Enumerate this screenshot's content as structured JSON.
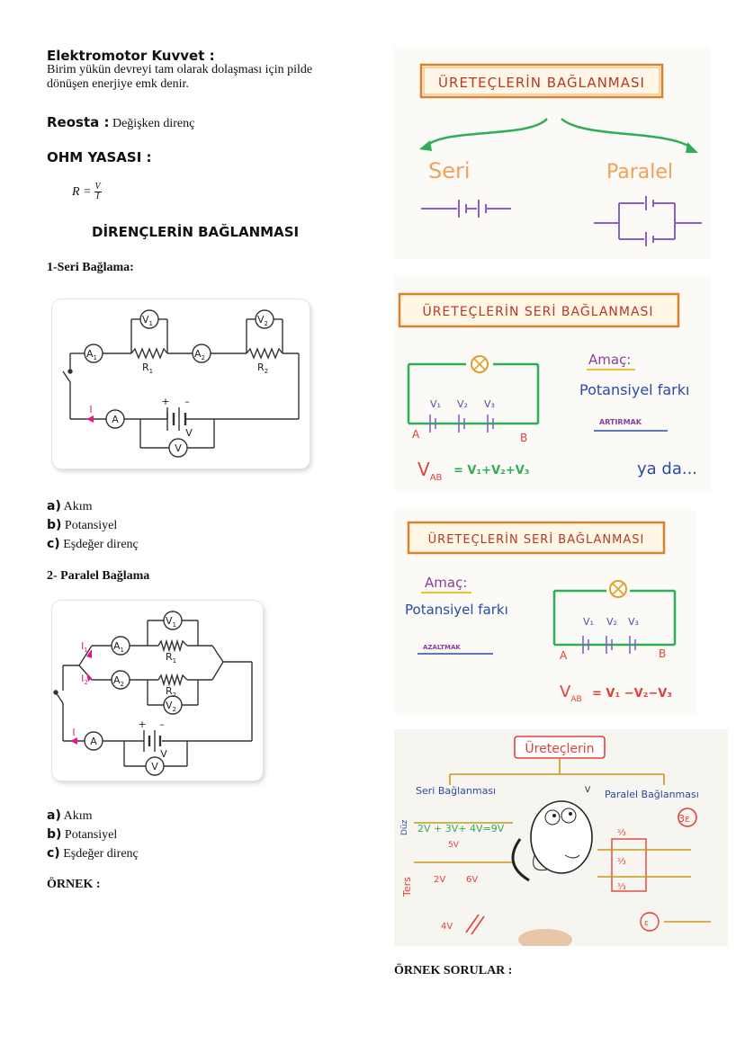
{
  "emk": {
    "title": "Elektromotor Kuvvet :",
    "text": "Birim yükün devreyi tam olarak dolaşması için pilde dönüşen enerjiye emk denir."
  },
  "reosta": {
    "label": "Reosta :",
    "text": "Değişken direnç"
  },
  "ohm": {
    "title": "OHM YASASI :",
    "formula_lhs": "R =",
    "formula_num": "V",
    "formula_den": "I"
  },
  "direnc": {
    "title": "DİRENÇLERİN BAĞLANMASI"
  },
  "seri": {
    "title": "1-Seri Bağlama:",
    "circuit": {
      "v1": "V",
      "v1_sub": "1",
      "v2": "V",
      "v2_sub": "2",
      "a1": "A",
      "a1_sub": "1",
      "a2": "A",
      "a2_sub": "2",
      "r1": "R",
      "r1_sub": "1",
      "r2": "R",
      "r2_sub": "2",
      "i": "I",
      "a": "A",
      "v": "V",
      "vlabel": "V",
      "plus": "+",
      "minus": "–"
    },
    "list": [
      {
        "key": "a)",
        "text": "Akım"
      },
      {
        "key": "b)",
        "text": "Potansiyel"
      },
      {
        "key": "c)",
        "text": "Eşdeğer direnç"
      }
    ]
  },
  "paralel": {
    "title": "2- Paralel Bağlama",
    "circuit": {
      "v1": "V",
      "v1_sub": "1",
      "v2": "V",
      "v2_sub": "2",
      "a1": "A",
      "a1_sub": "1",
      "a2": "A",
      "a2_sub": "2",
      "r1": "R",
      "r1_sub": "1",
      "r2": "R",
      "r2_sub": "2",
      "i1": "I",
      "i1_sub": "1",
      "i2": "I",
      "i2_sub": "2",
      "i": "I",
      "a": "A",
      "v": "V",
      "vlabel": "V",
      "plus": "+",
      "minus": "–"
    },
    "list": [
      {
        "key": "a)",
        "text": "Akım"
      },
      {
        "key": "b)",
        "text": "Potansiyel"
      },
      {
        "key": "c)",
        "text": "Eşdeğer direnç"
      }
    ]
  },
  "ornek": {
    "title": "ÖRNEK :"
  },
  "ornek_sorular": {
    "title": "ÖRNEK SORULAR :"
  },
  "board1": {
    "banner": "ÜRETEÇLERİN BAĞLANMASI",
    "left": "Seri",
    "right": "Paralel"
  },
  "board2": {
    "banner": "ÜRETEÇLERİN SERİ BAĞLANMASI",
    "amac": "Amaç:",
    "goal": "Potansiyel farkı",
    "action": "ARTIRMAK",
    "or": "ya da...",
    "v1": "V₁",
    "v2": "V₂",
    "v3": "V₃",
    "a": "A",
    "b": "B",
    "vab": "V",
    "vab_sub": "AB",
    "formula": "= V₁+V₂+V₃"
  },
  "board3": {
    "banner": "ÜRETEÇLERİN SERİ BAĞLANMASI",
    "amac": "Amaç:",
    "goal": "Potansiyel farkı",
    "action": "AZALTMAK",
    "v1": "V₁",
    "v2": "V₂",
    "v3": "V₃",
    "a": "A",
    "b": "B",
    "vab": "V",
    "vab_sub": "AB",
    "formula": "= V₁ −V₂−V₃"
  },
  "board4": {
    "title": "Üreteçlerin",
    "left": "Seri Bağlanması",
    "right": "Paralel Bağlanması",
    "duz": "Düz",
    "ters": "Ters",
    "row1": "2V + 3V+ 4V=9V",
    "sum1": "5V",
    "row2a": "2V",
    "row2b": "6V",
    "row3": "4V",
    "v": "V",
    "third": "⅓",
    "three": "3ε",
    "eps": "ε"
  },
  "colors": {
    "purple": "#8a5fc7",
    "green": "#2fae55",
    "red": "#e0413a",
    "orange": "#f0a25a",
    "banner_fill": "#fff6e6",
    "banner_border": "#d9822b",
    "blue": "#2a4aa8",
    "magenta": "#e6197f"
  }
}
